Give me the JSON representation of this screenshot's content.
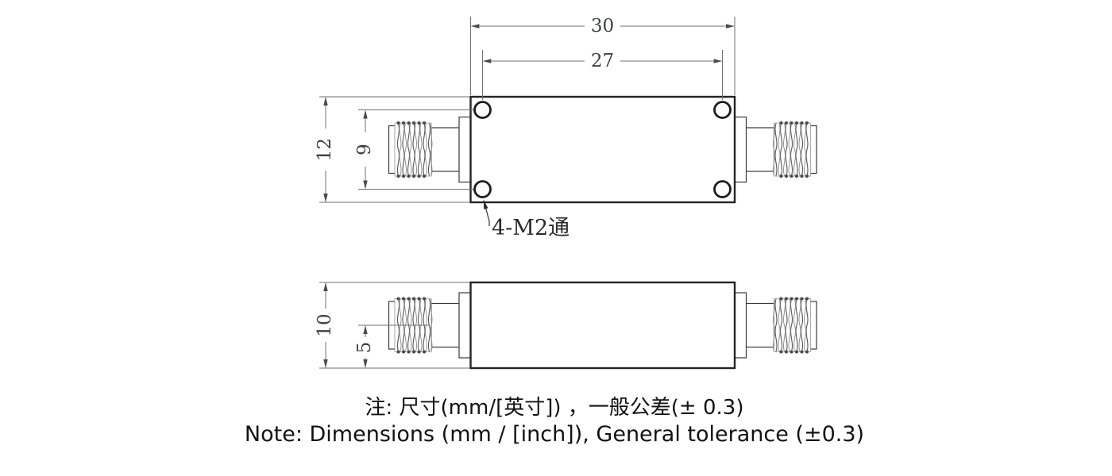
{
  "drawing": {
    "top_view": {
      "dim_length": "30",
      "dim_hole_span_x": "27",
      "dim_width": "12",
      "dim_hole_span_y": "9",
      "hole_callout": "4-M2通"
    },
    "side_view": {
      "dim_height": "10",
      "dim_port_center": "5"
    },
    "notes": {
      "zh": "注: 尺寸(mm/[英寸]) ，一般公差(± 0.3)",
      "en": "Note: Dimensions (mm / [inch]), General tolerance (±0.3)"
    },
    "colors": {
      "background": "#ffffff",
      "outline": "#232323",
      "dimension_lines": "#6f6f6f",
      "dimension_text": "#3e4044",
      "note_text": "#121212"
    }
  }
}
